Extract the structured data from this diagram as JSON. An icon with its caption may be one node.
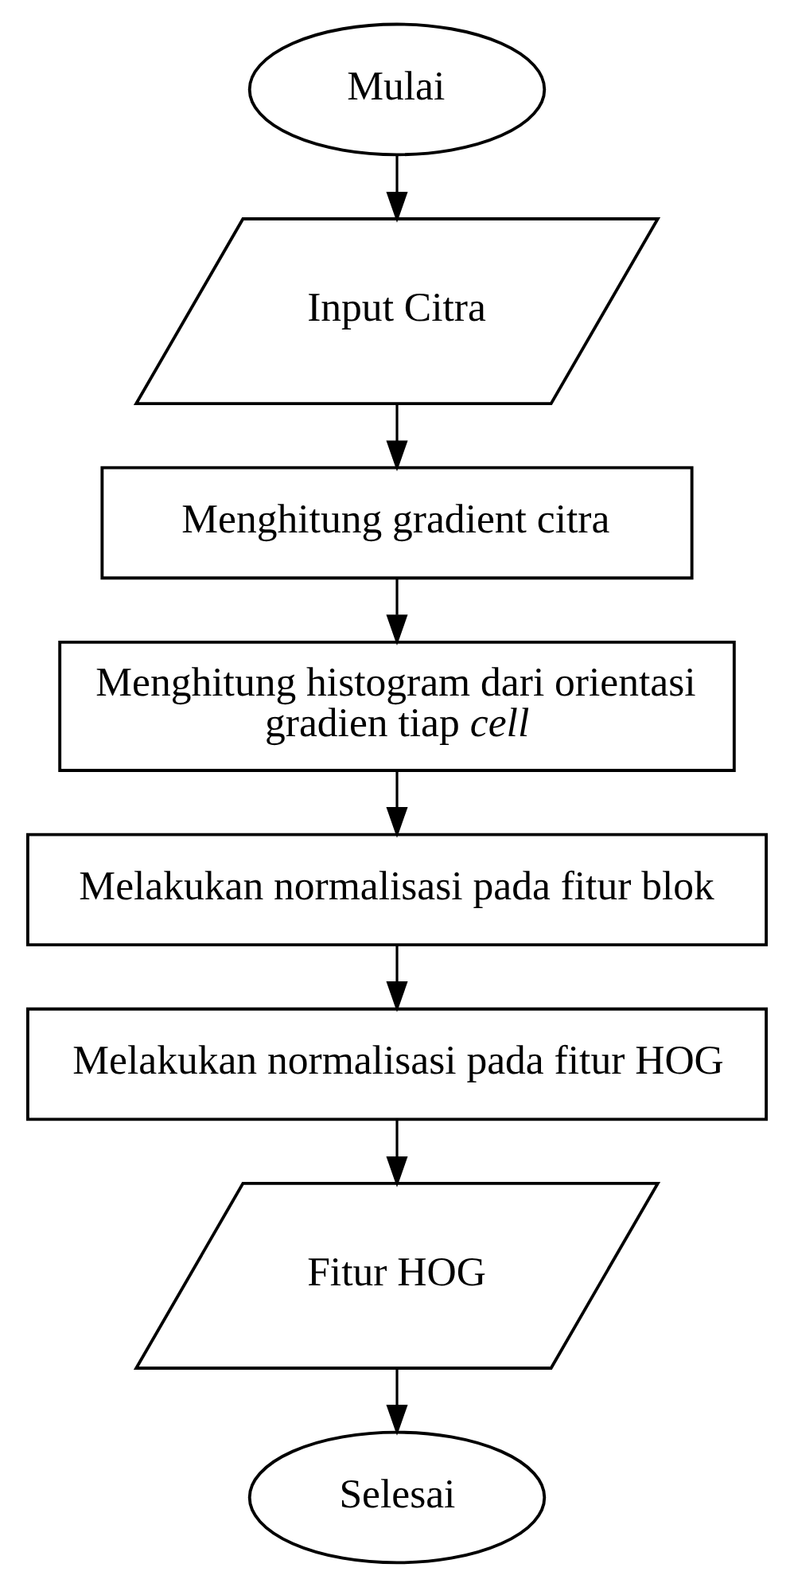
{
  "diagram": {
    "nodes": [
      {
        "text": [
          "Mulai"
        ]
      },
      {
        "text": [
          "Input Citra"
        ]
      },
      {
        "text": [
          "Menghitung gradient citra"
        ]
      },
      {
        "text": [
          "Menghitung histogram dari orientasi gradien tiap *cell*"
        ]
      },
      {
        "text": [
          "Melakukan normalisasi pada fitur blok"
        ]
      },
      {
        "text": [
          "Melakukan normalisasi pada fitur HOG"
        ]
      },
      {
        "text": [
          "Fitur HOG"
        ]
      },
      {
        "text": [
          "Selesai"
        ]
      }
    ],
    "edges": [
      {
        "from": 0,
        "to": 1,
        "arrow": "to"
      },
      {
        "from": 1,
        "to": 2,
        "arrow": "to"
      },
      {
        "from": 2,
        "to": 3,
        "arrow": "to"
      },
      {
        "from": 3,
        "to": 4,
        "arrow": "to"
      },
      {
        "from": 4,
        "to": 5,
        "arrow": "to"
      },
      {
        "from": 5,
        "to": 6,
        "arrow": "to"
      },
      {
        "from": 6,
        "to": 7,
        "arrow": "to"
      }
    ]
  }
}
